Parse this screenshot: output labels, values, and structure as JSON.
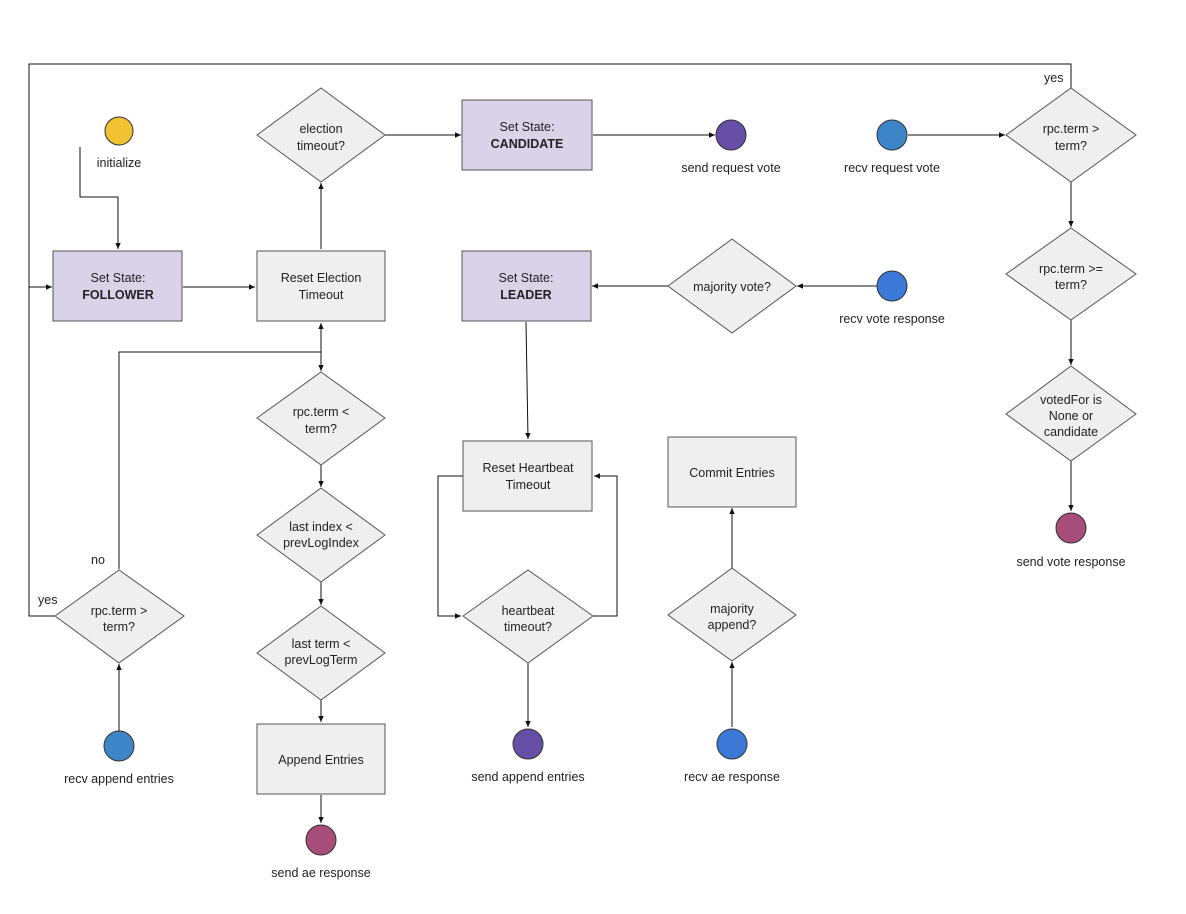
{
  "colors": {
    "state_fill": "#d9d2e9",
    "process_fill": "#efefef",
    "decision_fill": "#efefef",
    "stroke": "#555555",
    "initialize": "#f1c232",
    "send_request": "#674ea7",
    "recv_blue": "#3d85c6",
    "recv_bright": "#3c78d8",
    "send_response": "#a64d79"
  },
  "nodes": {
    "initialize": {
      "label": "initialize",
      "color": "initialize"
    },
    "set_follower": {
      "line1": "Set State:",
      "line2": "FOLLOWER"
    },
    "reset_election": {
      "line1": "Reset Election",
      "line2": "Timeout"
    },
    "election_timeout": {
      "line1": "election",
      "line2": "timeout?"
    },
    "set_candidate": {
      "line1": "Set State:",
      "line2": "CANDIDATE"
    },
    "send_request_vote": {
      "label": "send request vote",
      "color": "send_request"
    },
    "recv_request_vote": {
      "label": "recv request vote",
      "color": "recv_blue"
    },
    "rv_term_gt": {
      "line1": "rpc.term >",
      "line2": "term?"
    },
    "rv_term_ge": {
      "line1": "rpc.term >=",
      "line2": "term?"
    },
    "voted_for": {
      "line1": "votedFor is",
      "line2": "None or",
      "line3": "candidate"
    },
    "send_vote_response": {
      "label": "send vote response",
      "color": "send_response"
    },
    "set_leader": {
      "line1": "Set State:",
      "line2": "LEADER"
    },
    "majority_vote": {
      "label": "majority vote?"
    },
    "recv_vote_response": {
      "label": "recv vote response",
      "color": "recv_bright"
    },
    "rpc_term_lt": {
      "line1": "rpc.term <",
      "line2": "term?"
    },
    "last_index": {
      "line1": "last index <",
      "line2": "prevLogIndex"
    },
    "last_term": {
      "line1": "last term <",
      "line2": "prevLogTerm"
    },
    "append_entries": {
      "label": "Append Entries"
    },
    "send_ae_response": {
      "label": "send ae response",
      "color": "send_response"
    },
    "ae_term_gt": {
      "line1": "rpc.term >",
      "line2": "term?"
    },
    "recv_append_entries": {
      "label": "recv append entries",
      "color": "recv_blue"
    },
    "reset_heartbeat": {
      "line1": "Reset Heartbeat",
      "line2": "Timeout"
    },
    "heartbeat_timeout": {
      "line1": "heartbeat",
      "line2": "timeout?"
    },
    "send_append_entries": {
      "label": "send append entries",
      "color": "send_request"
    },
    "commit_entries": {
      "label": "Commit Entries"
    },
    "majority_append": {
      "line1": "majority",
      "line2": "append?"
    },
    "recv_ae_response": {
      "label": "recv ae response",
      "color": "recv_bright"
    }
  },
  "edge_labels": {
    "yes_top": "yes",
    "no": "no",
    "yes_left": "yes"
  }
}
